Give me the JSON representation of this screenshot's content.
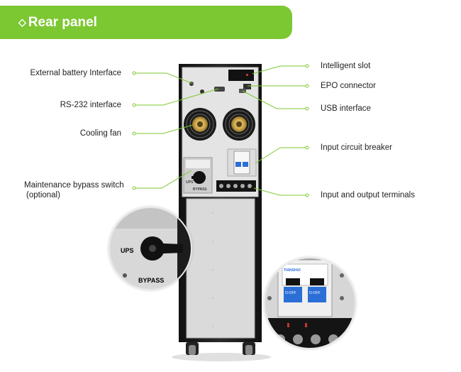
{
  "header": {
    "icon": "diamond-icon",
    "title": "Rear panel",
    "color": "#7cc832"
  },
  "labels": {
    "external_battery": "External battery Interface",
    "rs232": "RS-232 interface",
    "cooling_fan": "Cooling fan",
    "bypass_switch_line1": "Maintenance bypass switch",
    "bypass_switch_line2": "(optional)",
    "intelligent_slot": "Intelligent slot",
    "epo": "EPO connector",
    "usb": "USB interface",
    "input_breaker": "Input circuit breaker",
    "io_terminals": "Input and output terminals"
  },
  "device_text": {
    "switch_ups": "UPS",
    "switch_bypass": "BYPASS",
    "zoom_ups": "UPS",
    "zoom_bypass": "BYPASS",
    "breaker_brand": "TIANSHUI",
    "breaker_off_left": "O-OFF",
    "breaker_off_right": "O-OFF"
  },
  "colors": {
    "callout_line": "#7cc832",
    "cabinet": "#1c1c1c",
    "panel": "#e3e3e3"
  }
}
